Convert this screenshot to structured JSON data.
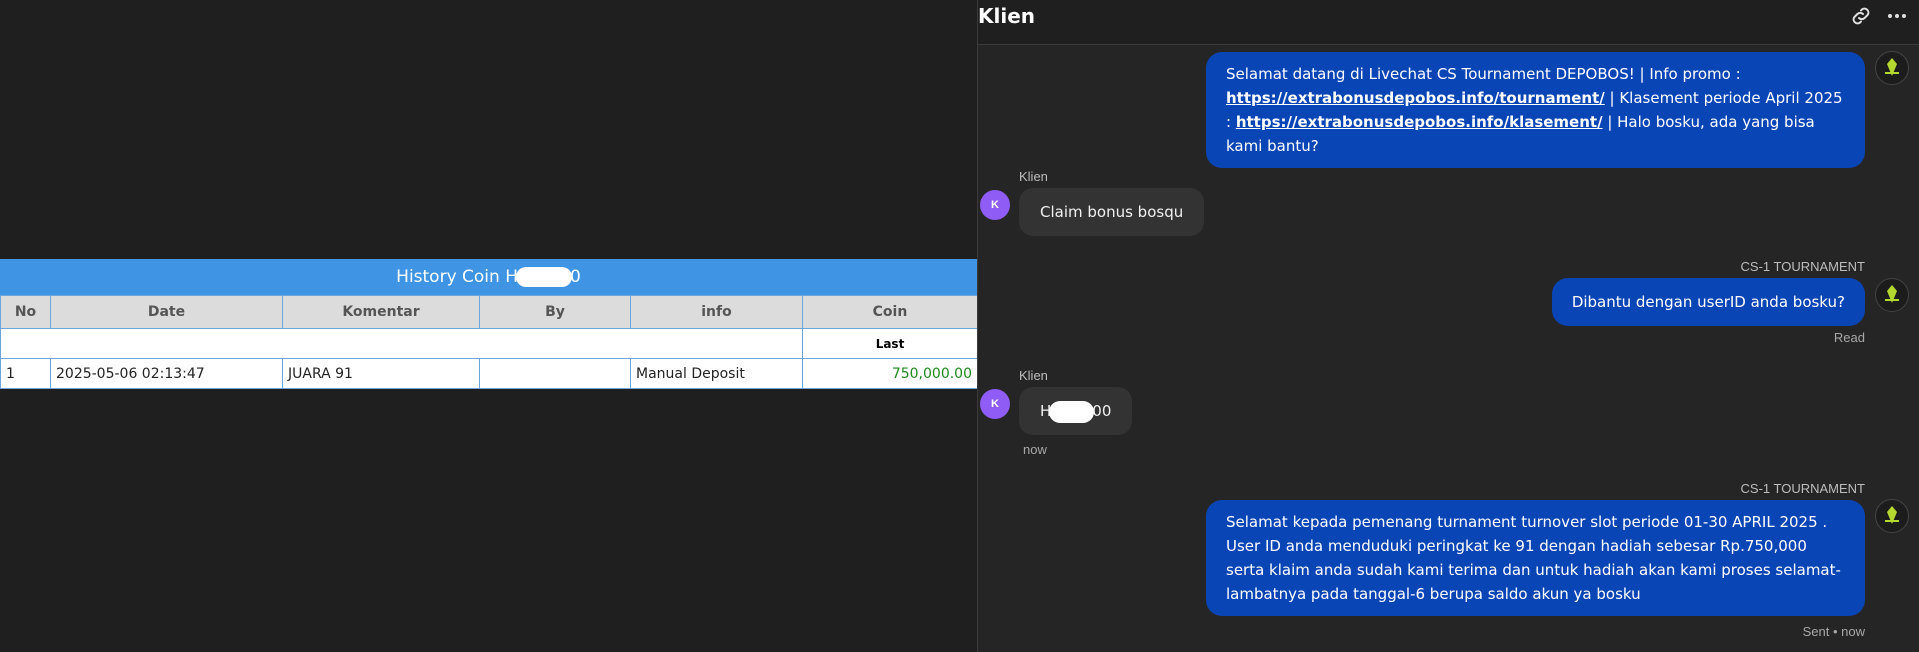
{
  "history": {
    "title_prefix": "History Coin H",
    "title_suffix": "0",
    "columns": [
      "No",
      "Date",
      "Komentar",
      "By",
      "info",
      "Coin"
    ],
    "subheader_coin": "Last",
    "rows": [
      {
        "no": "1",
        "date": "2025-05-06 02:13:47",
        "komentar": "JUARA 91",
        "by": "",
        "info": "Manual Deposit",
        "coin": "750,000.00"
      }
    ]
  },
  "chat": {
    "title": "Klien",
    "header_icons": [
      "link-icon",
      "more-options-icon"
    ],
    "messages": [
      {
        "part1": "Selamat datang di Livechat CS Tournament DEPOBOS! | Info promo : ",
        "link1": "https://extrabonusdepobos.info/tournament/",
        "part2": " | Klasement periode April 2025 : ",
        "link2": "https://extrabonusdepobos.info/klasement/",
        "part3": " | Halo bosku, ada yang bisa kami bantu?"
      },
      {
        "sender": "Klien",
        "avatar": "K",
        "text": "Claim bonus bosqu"
      },
      {
        "sender": "CS-1 TOURNAMENT",
        "text": "Dibantu dengan userID anda bosku?",
        "status": "Read"
      },
      {
        "sender": "Klien",
        "avatar": "K",
        "text_prefix": "H",
        "text_suffix": "00",
        "time": "now"
      },
      {
        "sender": "CS-1 TOURNAMENT",
        "text": "Selamat kepada pemenang turnament turnover slot periode 01-30 APRIL 2025 . User ID anda menduduki peringkat ke 91 dengan hadiah sebesar Rp.750,000 serta klaim anda sudah kami terima dan untuk hadiah akan kami proses selamat-lambatnya pada tanggal-6 berupa saldo akun ya bosku",
        "status": "Sent • now"
      }
    ]
  },
  "colors": {
    "table_title_bg": "#3f95e3",
    "outgoing_bubble": "#0a45b5",
    "incoming_bubble": "#333333",
    "user_avatar": "#8f5cf6",
    "coin_text": "#1c8a1c"
  }
}
